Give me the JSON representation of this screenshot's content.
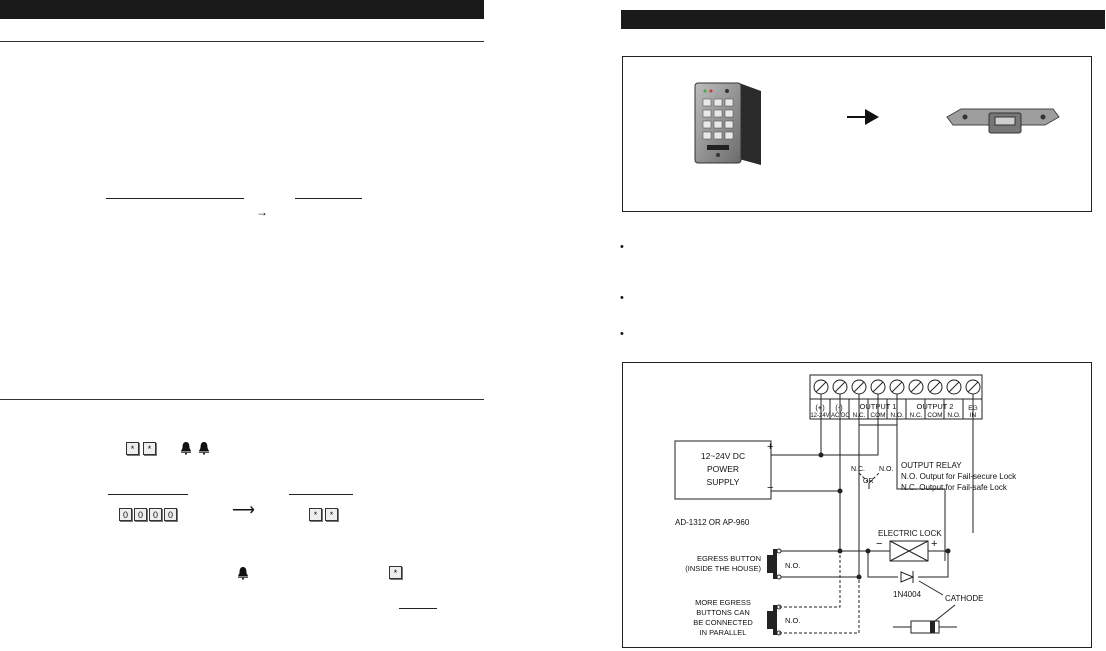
{
  "left": {
    "keys_row1": [
      "*",
      "*"
    ],
    "code_keys": [
      "0",
      "0",
      "0",
      "0"
    ],
    "keys_row2": [
      "*",
      "*"
    ],
    "key_single": "*",
    "bell_icon": "bell-icon"
  },
  "diagram": {
    "terminal_plus": "(+)",
    "terminal_minus": "(-)",
    "terminal_voltage": "12-24V AC/DC",
    "output1_label": "OUTPUT 1",
    "output2_label": "OUTPUT 2",
    "t_nc1": "N.C.",
    "t_com1": "COM",
    "t_no1": "N.O.",
    "t_nc2": "N.C.",
    "t_com2": "COM",
    "t_no2": "N.O.",
    "t_eg": "EG",
    "t_in": "IN",
    "ps_line1": "12~24V DC",
    "ps_line2": "POWER",
    "ps_line3": "SUPPLY",
    "ps_plus": "+",
    "ps_minus": "−",
    "ps_model": "AD-1312  OR  AP-960",
    "relay_nc": "N.C.",
    "relay_no": "N.O.",
    "relay_or": "OR",
    "relay_title": "OUTPUT RELAY",
    "relay_line1": "N.O. Output for Fail-secure Lock",
    "relay_line2": "N.C. Output for Fail-safe Lock",
    "lock_title": "ELECTRIC LOCK",
    "lock_minus": "−",
    "lock_plus": "+",
    "egress1_line1": "EGRESS BUTTON",
    "egress1_line2": "(INSIDE THE HOUSE)",
    "egress1_no": "N.O.",
    "diode_label": "1N4004",
    "cathode_label": "CATHODE",
    "egress2_line1": "MORE EGRESS",
    "egress2_line2": "BUTTONS CAN",
    "egress2_line3": "BE CONNECTED",
    "egress2_line4": "IN PARALLEL",
    "egress2_no": "N.O."
  }
}
